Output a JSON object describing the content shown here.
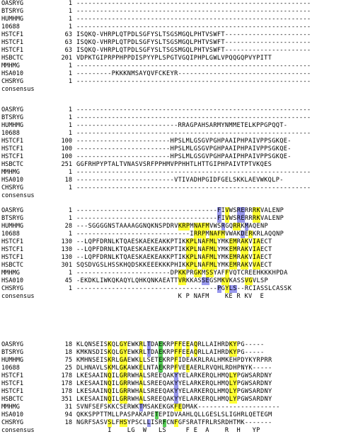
{
  "colors": {
    "identical": "#ffff33",
    "similar": "#9999ee",
    "conserved": "#55cc55"
  },
  "blocks": [
    {
      "rows": [
        {
          "name": "OASRYG",
          "start": "1",
          "seq": "------------------------------------------------------------"
        },
        {
          "name": "BTSRYG",
          "start": "1",
          "seq": "------------------------------------------------------------"
        },
        {
          "name": "HUMHMG",
          "start": "1",
          "seq": "------------------------------------------------------------"
        },
        {
          "name": "10688",
          "start": "1",
          "seq": "------------------------------------------------------------"
        },
        {
          "name": "HSTCF1",
          "start": "63",
          "seq": "ISQKQ-VHRPLQTPDLSGFYSLTSGSMGQLPHTVSWFT----------------------"
        },
        {
          "name": "HSTCF1",
          "start": "63",
          "seq": "ISQKQ-VHRPLQTPDLSGFYSLTSGSMGQLPHTVSWFT----------------------"
        },
        {
          "name": "HSTCF1",
          "start": "63",
          "seq": "ISQKQ-VHRPLQTPDLSGFYSLTSGSMGQLPHTVSWFT----------------------"
        },
        {
          "name": "HSBCTC",
          "start": "201",
          "seq": "VDPKTGIPRPPHPPDISPYYPLSPGTVGQIPHPLGWLVPQQGQPVYPITT"
        },
        {
          "name": "MMHMG",
          "start": "1",
          "seq": "------------------------------------------------------------"
        },
        {
          "name": "HSA010",
          "start": "1",
          "seq": "---------PKKKNMSAYQVFCKEYR----------------------------------"
        },
        {
          "name": "CHSRYG",
          "start": "1",
          "seq": "------------------------------------------------------------"
        },
        {
          "name": "consensus",
          "start": "",
          "seq": ""
        }
      ]
    },
    {
      "rows": [
        {
          "name": "OASRYG",
          "start": "1",
          "seq": "------------------------------------------------------------"
        },
        {
          "name": "BTSRYG",
          "start": "1",
          "seq": "------------------------------------------------------------"
        },
        {
          "name": "HUMHMG",
          "start": "1",
          "seq": "--------------------------RRAGPAHSARMYNMMETELKPPGPQQT-"
        },
        {
          "name": "10688",
          "start": "1",
          "seq": "------------------------------------------------------------"
        },
        {
          "name": "HSTCF1",
          "start": "100",
          "seq": "------------------------HPSLMLGSGVPGHPAAIPHPAIVPPSGKQE-"
        },
        {
          "name": "HSTCF1",
          "start": "100",
          "seq": "------------------------HPSLMLGSGVPGHPAAIPHPAIVPPSGKQE-"
        },
        {
          "name": "HSTCF1",
          "start": "100",
          "seq": "------------------------HPSLMLGSGVPGHPAAIPHPAIVPPSGKQE-"
        },
        {
          "name": "HSBCTC",
          "start": "251",
          "seq": "GGFRHPYPTALTVNASVSRFPPHMVPPHHTLHTTGIPHPAIVTPTVKQES"
        },
        {
          "name": "MMHMG",
          "start": "1",
          "seq": "------------------------------------------------------------"
        },
        {
          "name": "HSA010",
          "start": "18",
          "seq": "-------------------------VTIVADHPGIDFGELSKKLAEVWKQLP-"
        },
        {
          "name": "CHSRYG",
          "start": "1",
          "seq": "------------------------------------------------------------"
        },
        {
          "name": "consensus",
          "start": "",
          "seq": ""
        }
      ]
    },
    {
      "rows": [
        {
          "name": "OASRYG",
          "start": "1",
          "seq": "------------------------------------FIVWSRERRRKVALENP"
        },
        {
          "name": "BTSRYG",
          "start": "1",
          "seq": "------------------------------------FIVWSRERRRKVALENP"
        },
        {
          "name": "HUMHMG",
          "start": "28",
          "seq": "---SGGGGNSTAAAAGGNQKNSPDRVKRPMNAFMVWSRGQRRKMAQENP"
        },
        {
          "name": "10688",
          "start": "1",
          "seq": "-----------------------------IRRPMNAFMVWAKDERKRLAQQNP"
        },
        {
          "name": "HSTCF1",
          "start": "130",
          "seq": "--LQPFDRNLKTQAESKAEKEAKKPTIKKPLNAFMLYMKEMRAKVIAECT"
        },
        {
          "name": "HSTCF1",
          "start": "130",
          "seq": "--LQPFDRNLKTQAESKAEKEAKKPTIKKPLNAFMLYMKEMRAKVIAECT"
        },
        {
          "name": "HSTCF1",
          "start": "130",
          "seq": "--LQPFDRNLKTQAESKAEKEAKKPTIKKPLNAFMLYMKEMRAKVIAECT"
        },
        {
          "name": "HSBCTC",
          "start": "301",
          "seq": "SQSDVGSLHSSKHQDSKKEEEKKKPHIKKPLNAFMLYMKEMRAKVVAECT"
        },
        {
          "name": "MMHMG",
          "start": "1",
          "seq": "------------------------DPKKPRGKMSSYAFFVQTCREEHKKKHPDA"
        },
        {
          "name": "HSA010",
          "start": "45",
          "seq": "-EKDKLIWKQKAQYLQHKQNKAEATTVRKKASSEGSMKVKASSVGVLSP"
        },
        {
          "name": "CHSRYG",
          "start": "1",
          "seq": "------------------------------------PGYLS--RCIASSLCASSK"
        },
        {
          "name": "consensus",
          "start": "",
          "seq": "                          K P NAFM    KE R KV  E"
        }
      ]
    },
    {
      "rows": [
        {
          "name": "OASRYG",
          "start": "18",
          "seq": "KLQNSEISKQLGYEWKRLTDAEKRPFFEEAQRLLAIHRDKYPG-----"
        },
        {
          "name": "BTSRYG",
          "start": "18",
          "seq": "KMKNSDISKQLGYEWKRLTDAEKRPFFEEAQRLLAIHRDKYPG-----"
        },
        {
          "name": "HUMHMG",
          "start": "75",
          "seq": "KMHNSEISKRLGAEWKLLSETEKRPFIDEAKRLRALHMKEHPDYKYRPRR"
        },
        {
          "name": "10688",
          "start": "25",
          "seq": "DLHNAVLSKMLGKAWKELNTAEKRPFVEEAERLRVQHLRDHPNYK-----"
        },
        {
          "name": "HSTCF1",
          "start": "178",
          "seq": "LKESAAINQILGRRWHALSREEQAKYYELARKERQLHMQLYPGWSARDNY"
        },
        {
          "name": "HSTCF1",
          "start": "178",
          "seq": "LKESAAINQILGRRWHALSREEQAKYYELARKERQLHMQLYPGWSARDNY"
        },
        {
          "name": "HSTCF1",
          "start": "178",
          "seq": "LKESAAINQILGRRWHALSREEQAKYYELARKERQLHMQLYPGWSARDNY"
        },
        {
          "name": "HSBCTC",
          "start": "351",
          "seq": "LKESAAINQILGRRWHALSREEQAKYYELARKERQLHMQLYPGWSARDNY"
        },
        {
          "name": "MMHMG",
          "start": "31",
          "seq": "SVNFSEFSKKCSERWKTMSAKEKGKFEDMAK---------------------"
        },
        {
          "name": "HSA010",
          "start": "94",
          "seq": "QKKSPPTTMLLPASPAKAPETEPIDVAAHLQLLGESLSLIGHRLQETEGM"
        },
        {
          "name": "CHSRYG",
          "start": "18",
          "seq": "NGRFSASVSLFHSYPSCLLISRFCNFGFSRATFRLRSRDHTMK-------"
        },
        {
          "name": "consensus",
          "start": "",
          "seq": "        I    LG  W   LS     F E  A    R  H   YP"
        }
      ]
    }
  ]
}
